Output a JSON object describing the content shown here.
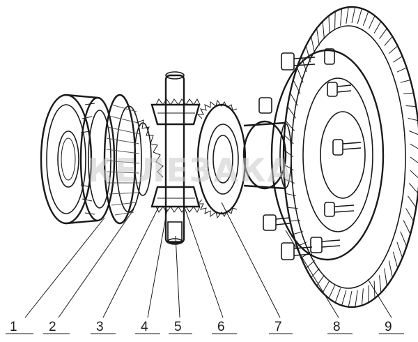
{
  "figure": {
    "watermark": "КЕЛЕЗАКА",
    "callouts": [
      {
        "id": "callout-1",
        "label": "1"
      },
      {
        "id": "callout-2",
        "label": "2"
      },
      {
        "id": "callout-3",
        "label": "3"
      },
      {
        "id": "callout-4",
        "label": "4"
      },
      {
        "id": "callout-5",
        "label": "5"
      },
      {
        "id": "callout-6",
        "label": "6"
      },
      {
        "id": "callout-7",
        "label": "7"
      },
      {
        "id": "callout-8",
        "label": "8"
      },
      {
        "id": "callout-9",
        "label": "9"
      }
    ]
  },
  "colors": {
    "line": "#1a1a1a",
    "hatch": "#555555",
    "background": "#ffffff",
    "watermark": "#c9c9c9"
  }
}
